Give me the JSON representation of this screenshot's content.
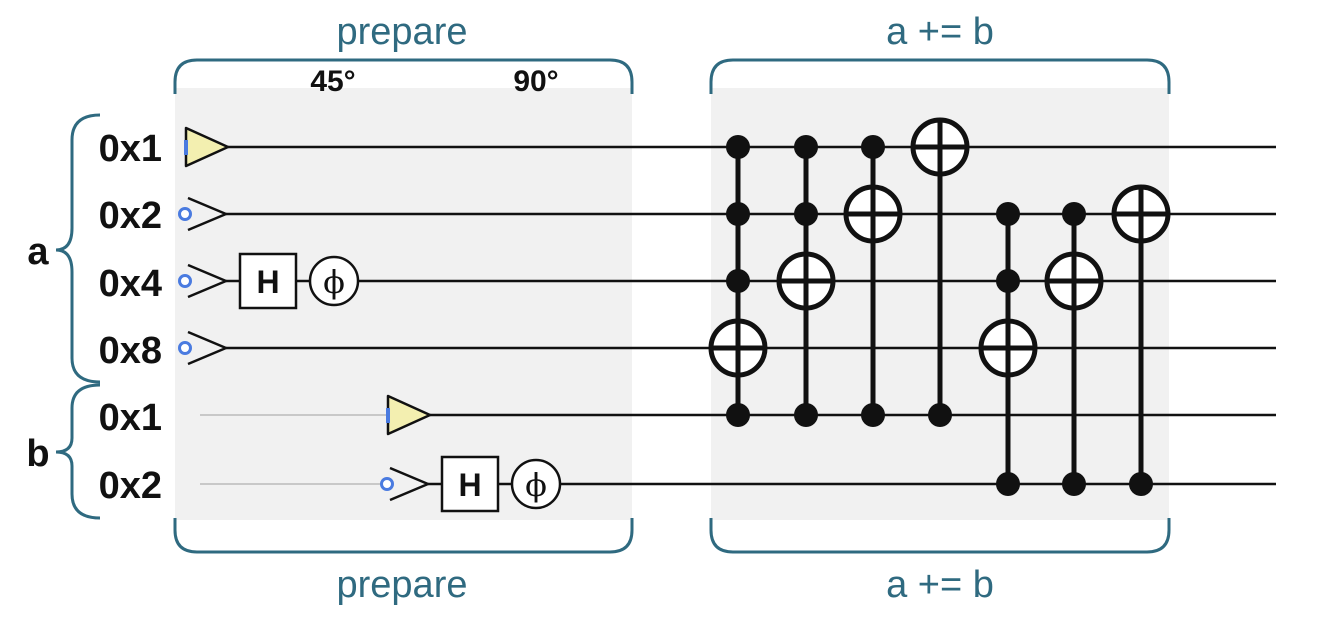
{
  "sections": {
    "prepare_top": "prepare",
    "prepare_bottom": "prepare",
    "add_top": "a += b",
    "add_bottom": "a += b"
  },
  "angles": {
    "first": "45°",
    "second": "90°"
  },
  "registers": {
    "a": {
      "name": "a",
      "qubits": [
        "0x1",
        "0x2",
        "0x4",
        "0x8"
      ]
    },
    "b": {
      "name": "b",
      "qubits": [
        "0x1",
        "0x2"
      ]
    }
  },
  "gates": {
    "hadamard": "H",
    "phase": "ϕ"
  },
  "colors": {
    "section_label": "#2f6a80",
    "box_fill": "#f1f1f1",
    "brace_stroke": "#2f6a80",
    "init_marker": "#4a7be0",
    "init_fill": "#f3efb0",
    "wire": "#111111",
    "idle_wire": "#c8c8c8"
  },
  "icons": {
    "init_one": "yellow-triangle-bar-icon",
    "init_zero": "circle-chevron-icon",
    "control": "filled-dot-icon",
    "target": "oplus-icon"
  }
}
